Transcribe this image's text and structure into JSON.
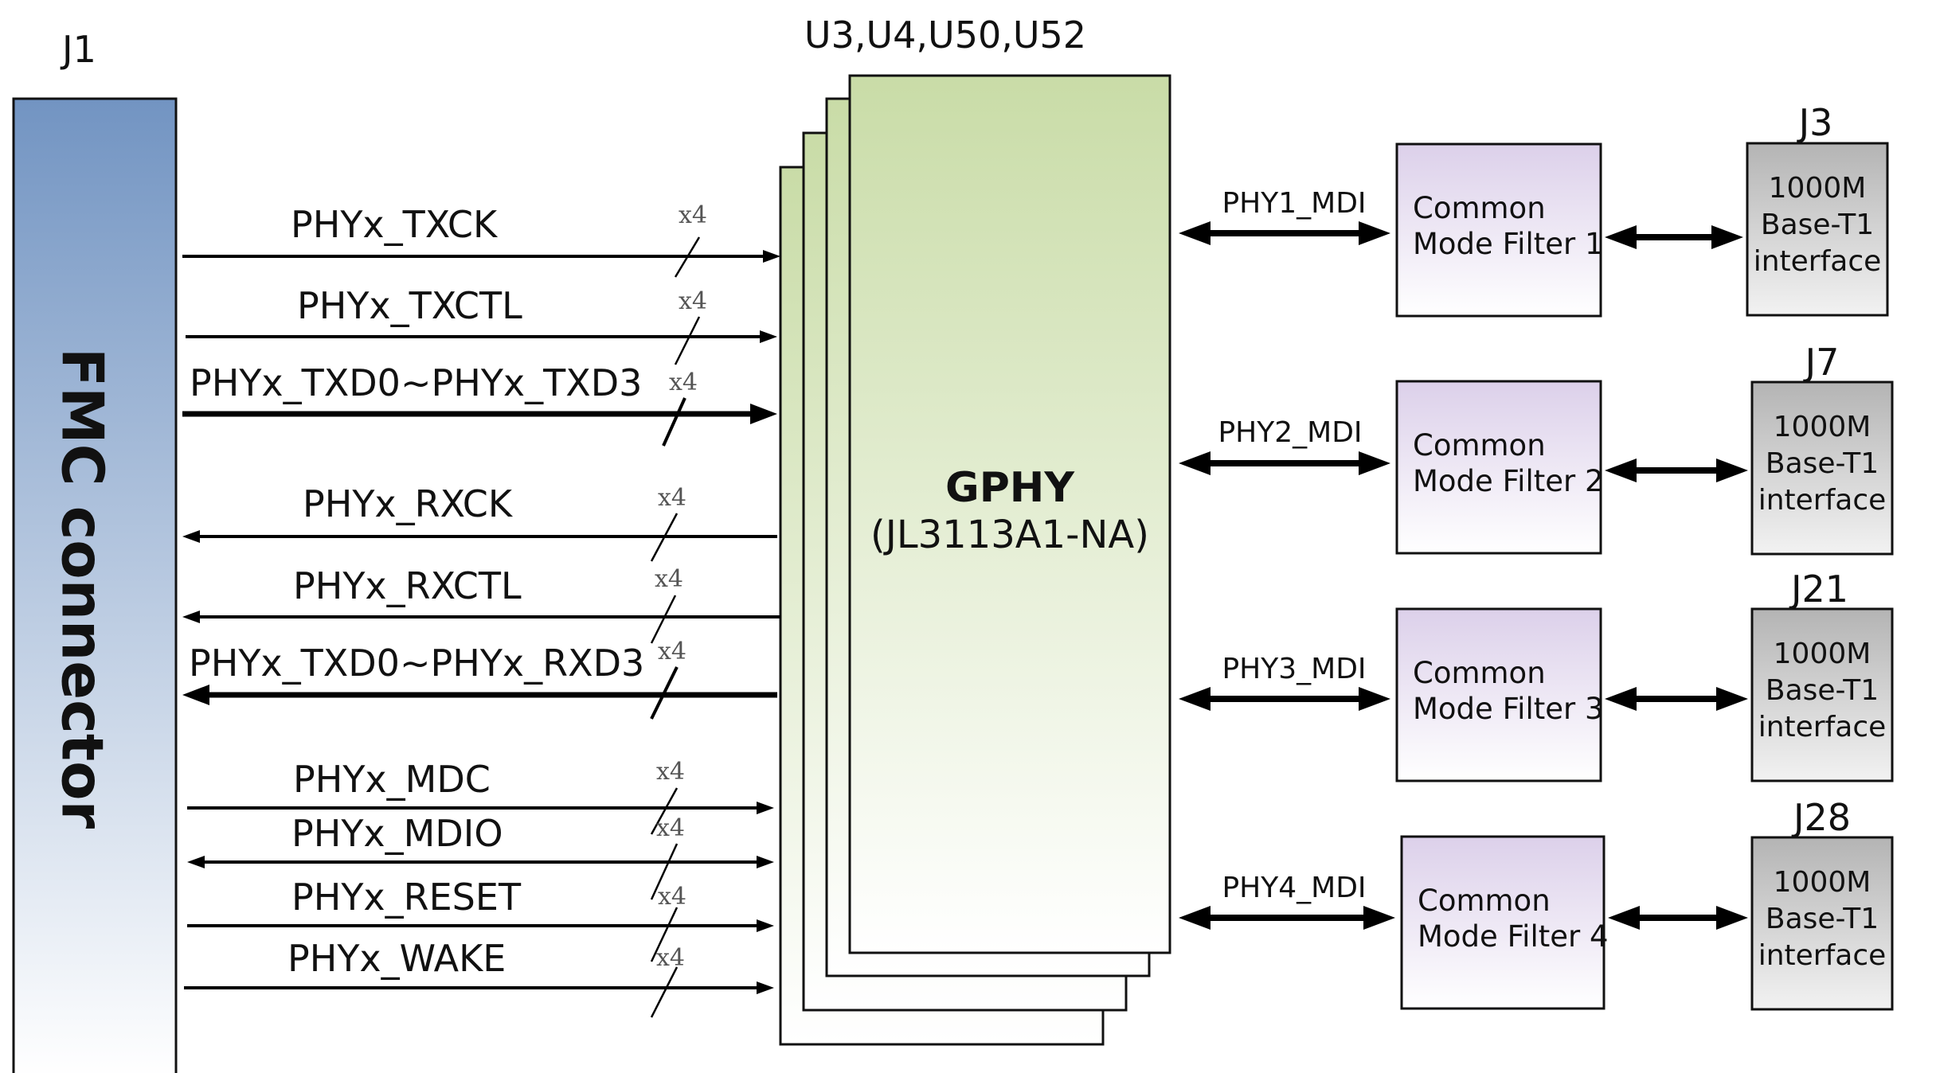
{
  "connector": {
    "ref": "J1",
    "label": "FMC connector"
  },
  "phy_block": {
    "refs": "U3,U4,U50,U52",
    "title": "GPHY",
    "part": "(JL3113A1-NA)"
  },
  "signals": [
    {
      "label": "PHYx_TXCK",
      "mult": "x4",
      "direction": "to-phy"
    },
    {
      "label": "PHYx_TXCTL",
      "mult": "x4",
      "direction": "to-phy"
    },
    {
      "label": "PHYx_TXD0~PHYx_TXD3",
      "mult": "x4",
      "direction": "to-phy"
    },
    {
      "label": "PHYx_RXCK",
      "mult": "x4",
      "direction": "to-fmc"
    },
    {
      "label": "PHYx_RXCTL",
      "mult": "x4",
      "direction": "to-fmc"
    },
    {
      "label": "PHYx_TXD0~PHYx_RXD3",
      "mult": "x4",
      "direction": "to-fmc"
    },
    {
      "label": "PHYx_MDC",
      "mult": "x4",
      "direction": "to-phy"
    },
    {
      "label": "PHYx_MDIO",
      "mult": "x4",
      "direction": "bidirectional"
    },
    {
      "label": "PHYx_RESET",
      "mult": "x4",
      "direction": "to-phy"
    },
    {
      "label": "PHYx_WAKE",
      "mult": "x4",
      "direction": "to-phy"
    }
  ],
  "channels": [
    {
      "mdi": "PHY1_MDI",
      "filter_line1": "Common",
      "filter_line2": "Mode Filter 1",
      "jack_ref": "J3",
      "jack_line1": "1000M",
      "jack_line2": "Base-T1",
      "jack_line3": "interface"
    },
    {
      "mdi": "PHY2_MDI",
      "filter_line1": "Common",
      "filter_line2": "Mode Filter 2",
      "jack_ref": "J7",
      "jack_line1": "1000M",
      "jack_line2": "Base-T1",
      "jack_line3": "interface"
    },
    {
      "mdi": "PHY3_MDI",
      "filter_line1": "Common",
      "filter_line2": "Mode Filter 3",
      "jack_ref": "J21",
      "jack_line1": "1000M",
      "jack_line2": "Base-T1",
      "jack_line3": "interface"
    },
    {
      "mdi": "PHY4_MDI",
      "filter_line1": "Common",
      "filter_line2": "Mode Filter 4",
      "jack_ref": "J28",
      "jack_line1": "1000M",
      "jack_line2": "Base-T1",
      "jack_line3": "interface"
    }
  ],
  "colors": {
    "connector_top": "#7294C2",
    "connector_bottom": "#FFFFFF",
    "phy_top": "#C9DCA7",
    "phy_bottom": "#FFFFFF",
    "filter_top": "#DCD0EA",
    "filter_bottom": "#FFFFFF",
    "jack_top": "#B4B4B4",
    "jack_bottom": "#F2F2F2",
    "line": "#000000"
  }
}
